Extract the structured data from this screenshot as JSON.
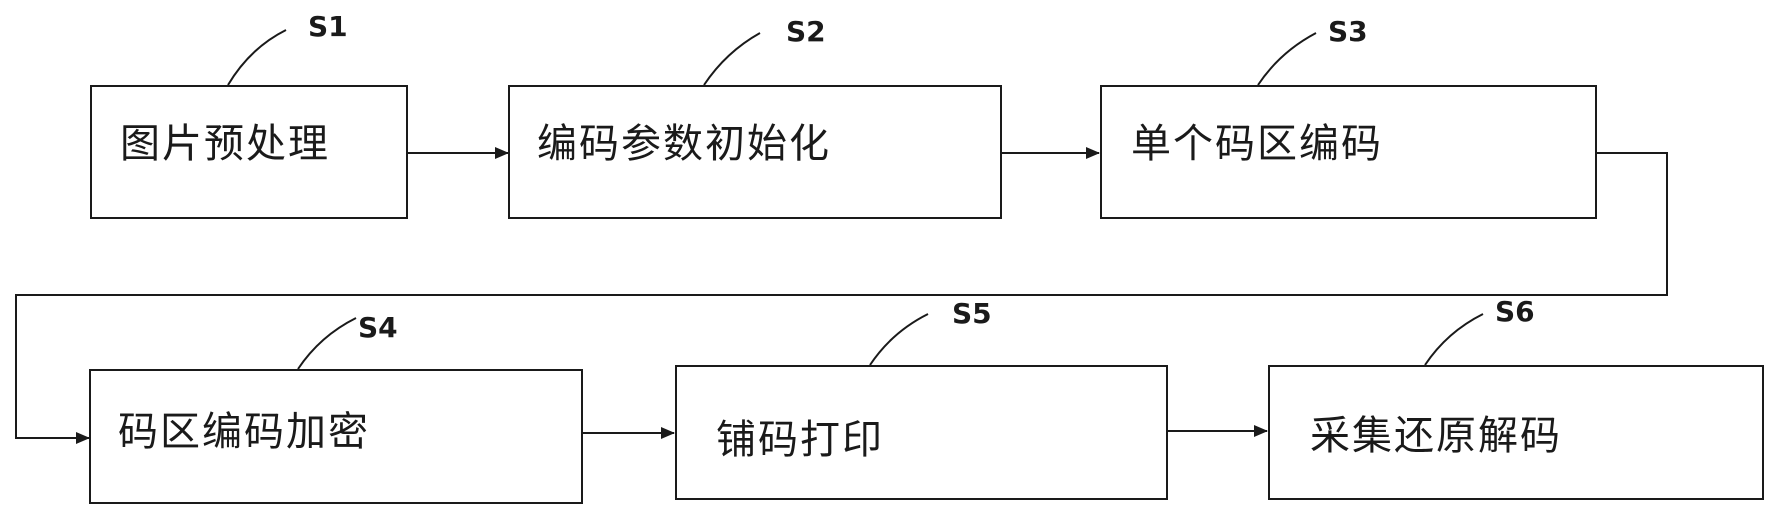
{
  "steps": [
    {
      "id": "S1",
      "text": "图片预处理"
    },
    {
      "id": "S2",
      "text": "编码参数初始化"
    },
    {
      "id": "S3",
      "text": "单个码区编码"
    },
    {
      "id": "S4",
      "text": "码区编码加密"
    },
    {
      "id": "S5",
      "text": "铺码打印"
    },
    {
      "id": "S6",
      "text": "采集还原解码"
    }
  ],
  "colors": {
    "line": "#1a1a1a",
    "background": "#ffffff"
  }
}
